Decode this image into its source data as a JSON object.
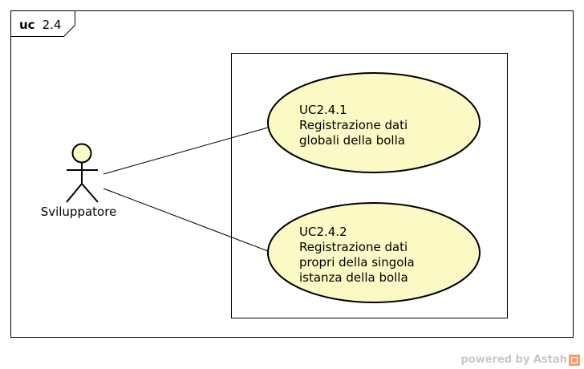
{
  "frame": {
    "keyword": "uc",
    "name": "2.4"
  },
  "actor": {
    "name": "Sviluppatore"
  },
  "use_cases": [
    {
      "id": "UC2.4.1",
      "lines": [
        "Registrazione dati",
        "globali della bolla"
      ]
    },
    {
      "id": "UC2.4.2",
      "lines": [
        "Registrazione dati",
        "propri della singola",
        "istanza della bolla"
      ]
    }
  ],
  "colors": {
    "use_case_fill": "#fbf9c4",
    "actor_fill": "#fbf9c4",
    "stroke": "#000000",
    "watermark": "#c8c8c8"
  },
  "watermark": {
    "text": "powered by Astah",
    "icon": "astah-logo-icon"
  }
}
